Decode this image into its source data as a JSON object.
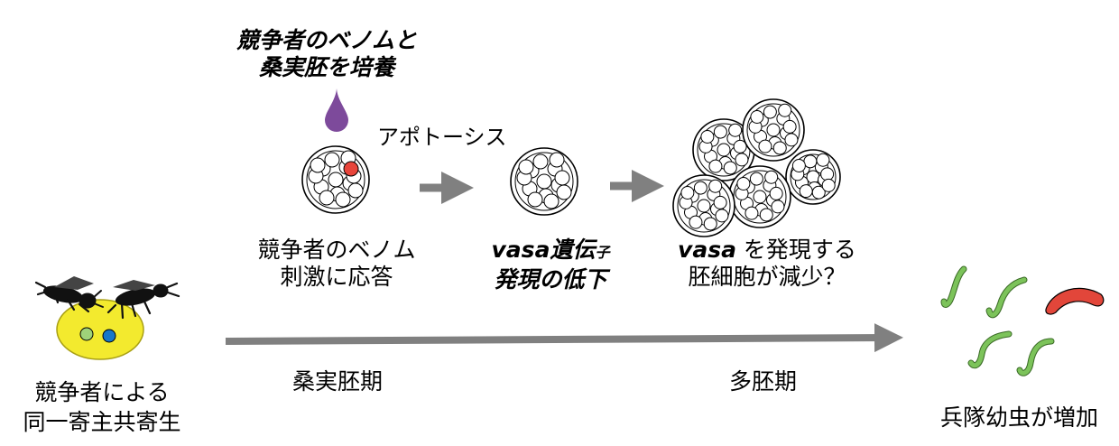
{
  "venom_note": {
    "line1": "競争者のベノムと",
    "line2": "桑実胚を培養"
  },
  "apoptosis_label": "アポトーシス",
  "stage1": {
    "line1": "競争者のベノム",
    "line2": "刺激に応答"
  },
  "stage2": {
    "gene": "vasa",
    "gene_suffix_main": "遺伝",
    "gene_suffix_small": "子",
    "line2": "発現の低下"
  },
  "stage3": {
    "gene": "vasa",
    "line1_rest": "を発現する",
    "line2": "胚細胞が減少？"
  },
  "host_caption": {
    "line1": "競争者による",
    "line2": "同一寄主共寄生"
  },
  "period_morula": "桑実胚期",
  "period_polyembryo": "多胚期",
  "result_caption": "兵隊幼虫が増加",
  "colors": {
    "drop": "#7d4a9b",
    "red_cell": "#e8453b",
    "egg": "#f3ea2e",
    "green_egg": "#9fd279",
    "blue_egg": "#1877c9",
    "larva_green": "#7cc35a",
    "soldier_red": "#e2463a",
    "arrow": "#808080"
  }
}
